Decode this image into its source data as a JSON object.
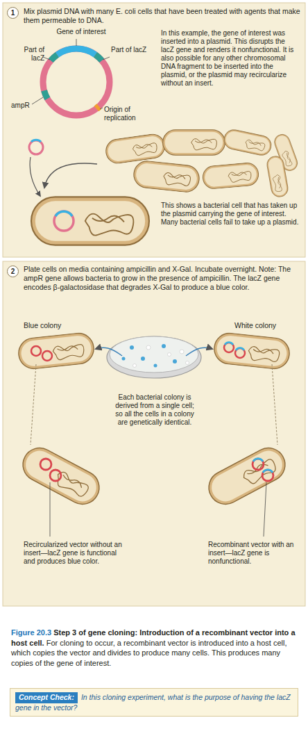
{
  "diagram": {
    "nodes": [
      {
        "text": [
          "Mix plasmid DNA with many E. coli cells that have been treated with agents that make them permeable to DNA."
        ]
      },
      {
        "text": [
          "Plate cells on media containing ampicillin and X-Gal. Incubate overnight. Note: The ampR gene allows bacteria to grow in the presence of ampicillin. The lacZ gene encodes β-galactosidase that degrades X-Gal to produce a blue color."
        ]
      },
      {
        "text": [
          "Concept Check:",
          "In this cloning experiment, what is the purpose of having the lacZ gene in the vector?"
        ]
      }
    ],
    "labels": [
      "1",
      "Gene of interest",
      "Part of lacZ",
      "Part of lacZ",
      "ampR",
      "Origin of replication",
      "In this example, the gene of interest was inserted into a plasmid. This disrupts the lacZ gene and renders it nonfunctional. It is also possible for any other chromosomal DNA fragment to be inserted into the plasmid, or the plasmid may recircularize without an insert.",
      "This shows a bacterial cell that has taken up the plasmid carrying the gene of interest. Many bacterial cells fail to take up a plasmid.",
      "2",
      "Blue colony",
      "White colony",
      "Each bacterial colony is derived from a single cell; so all the cells in a colony are genetically identical.",
      "Recircularized vector without an insert—lacZ gene is functional and produces blue color.",
      "Recombinant vector with an insert—lacZ gene is nonfunctional.",
      "Figure 20.3",
      "Step 3 of gene cloning: Introduction of a recombinant vector into a host cell.",
      "For cloning to occur, a recombinant vector is introduced into a host cell, which copies the vector and divides to produce many cells. This produces many copies of the gene of interest."
    ]
  }
}
